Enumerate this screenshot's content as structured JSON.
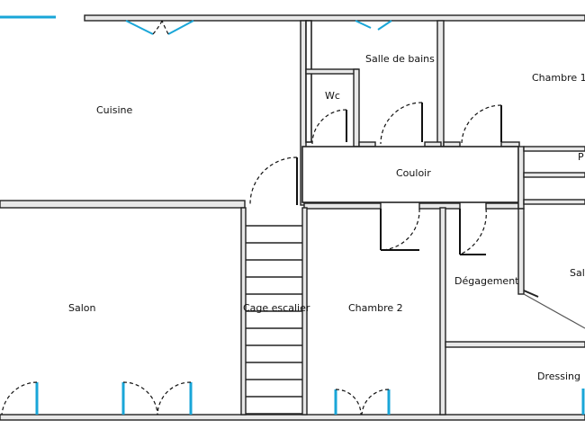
{
  "rooms": {
    "cuisine": "Cuisine",
    "salle_de_bains": "Salle de bains",
    "wc": "Wc",
    "chambre1": "Chambre 1",
    "couloir": "Couloir",
    "p": "P",
    "salon": "Salon",
    "cage_escalier": "Cage escalier",
    "chambre2": "Chambre 2",
    "degagement": "Dégagement",
    "sal": "Sal",
    "dressing": "Dressing"
  },
  "colors": {
    "wall": "#222222",
    "window": "#19a6d8",
    "background": "#ffffff"
  }
}
